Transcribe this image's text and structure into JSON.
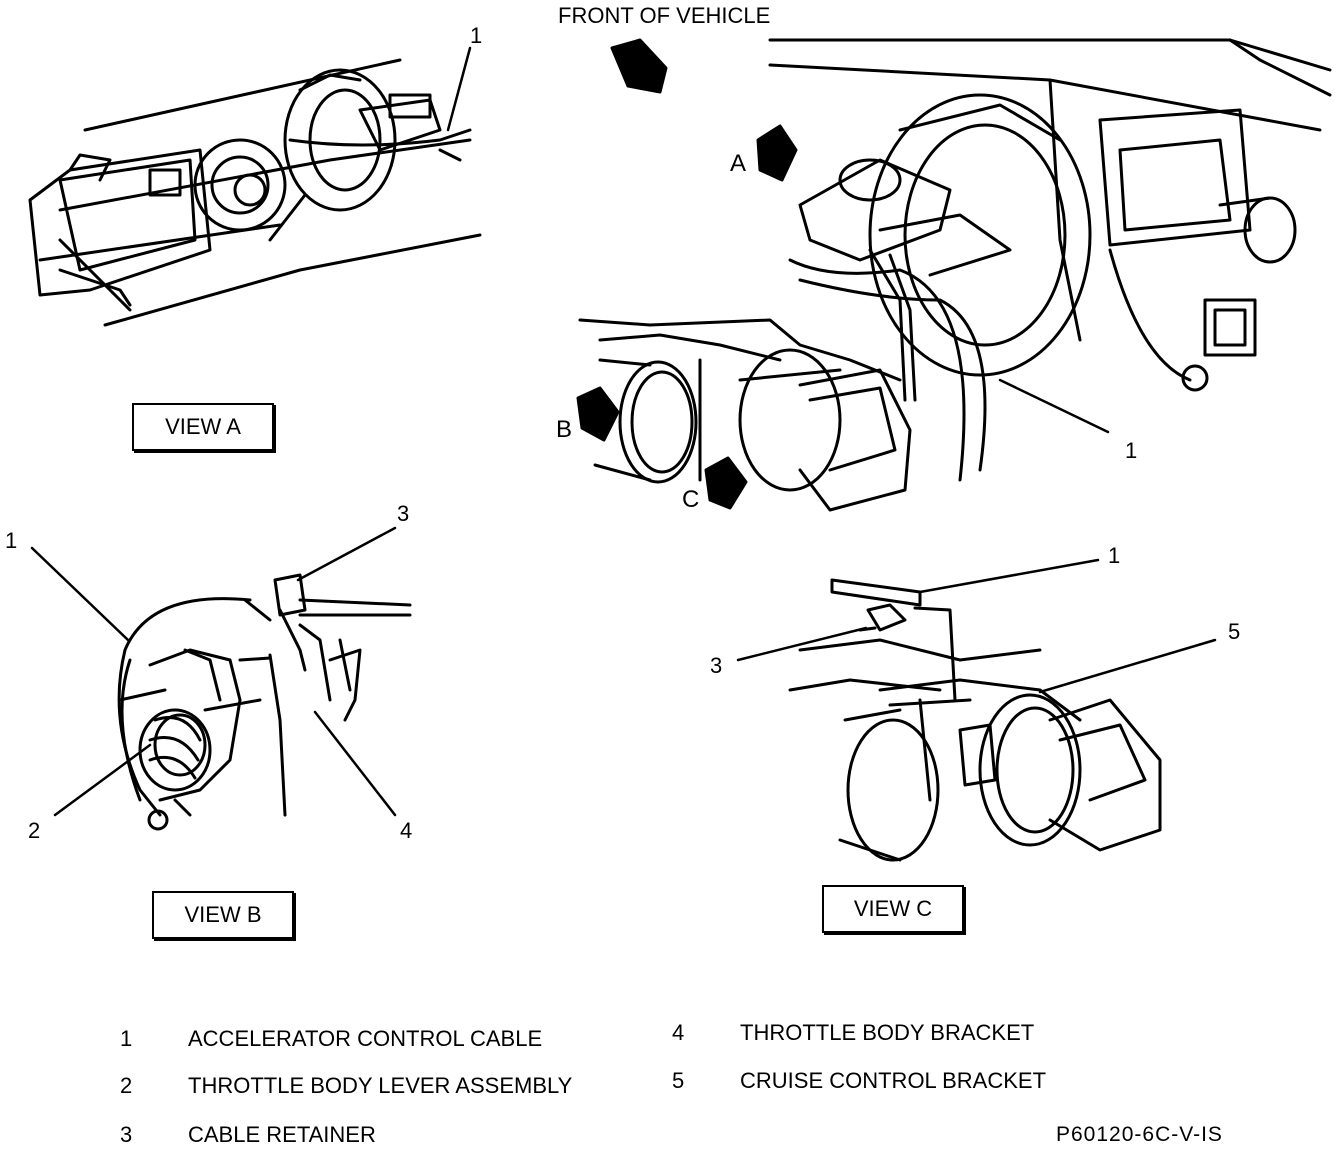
{
  "header": {
    "front_label": "FRONT OF VEHICLE"
  },
  "views": {
    "a": "VIEW A",
    "b": "VIEW B",
    "c": "VIEW C"
  },
  "arrows": {
    "a": "A",
    "b": "B",
    "c": "C"
  },
  "callouts": {
    "view_a_1": "1",
    "main_1": "1",
    "view_b_1": "1",
    "view_b_2": "2",
    "view_b_3": "3",
    "view_b_4": "4",
    "view_c_1": "1",
    "view_c_3": "3",
    "view_c_5": "5"
  },
  "legend": [
    {
      "num": "1",
      "text": "ACCELERATOR CONTROL CABLE"
    },
    {
      "num": "2",
      "text": "THROTTLE BODY LEVER ASSEMBLY"
    },
    {
      "num": "3",
      "text": "CABLE RETAINER"
    },
    {
      "num": "4",
      "text": "THROTTLE BODY BRACKET"
    },
    {
      "num": "5",
      "text": "CRUISE CONTROL BRACKET"
    }
  ],
  "figure_ref": "P60120-6C-V-IS"
}
